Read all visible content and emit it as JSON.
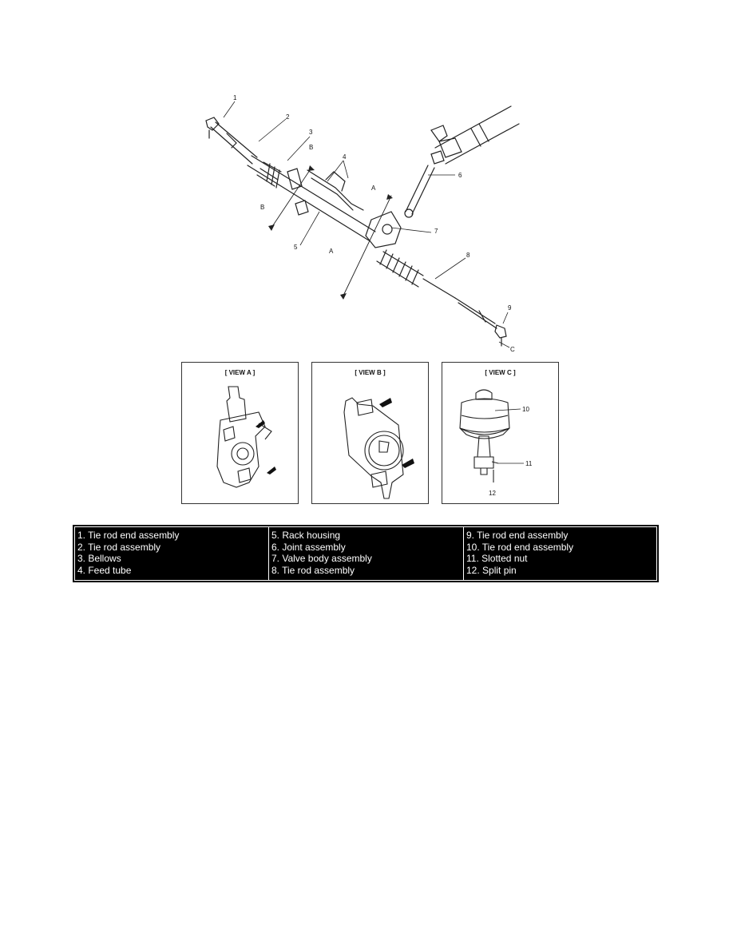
{
  "labels": {
    "n1": "1",
    "n2": "2",
    "n3": "3",
    "n4": "4",
    "n5": "5",
    "n6": "6",
    "n7": "7",
    "n8": "8",
    "n9": "9",
    "n10": "10",
    "n11": "11",
    "n12": "12",
    "a": "A",
    "b": "B",
    "c": "C"
  },
  "views": {
    "a": "[ VIEW A ]",
    "b": "[ VIEW B ]",
    "c": "[ VIEW C ]"
  },
  "legend": {
    "col1": [
      "1. Tie rod end assembly",
      "2. Tie rod assembly",
      "3. Bellows",
      "4. Feed tube"
    ],
    "col2": [
      "5. Rack housing",
      "6. Joint assembly",
      "7. Valve body assembly",
      "8. Tie rod assembly"
    ],
    "col3": [
      "9. Tie rod end assembly",
      "10. Tie rod end assembly",
      "11. Slotted nut",
      "12. Split pin"
    ]
  }
}
